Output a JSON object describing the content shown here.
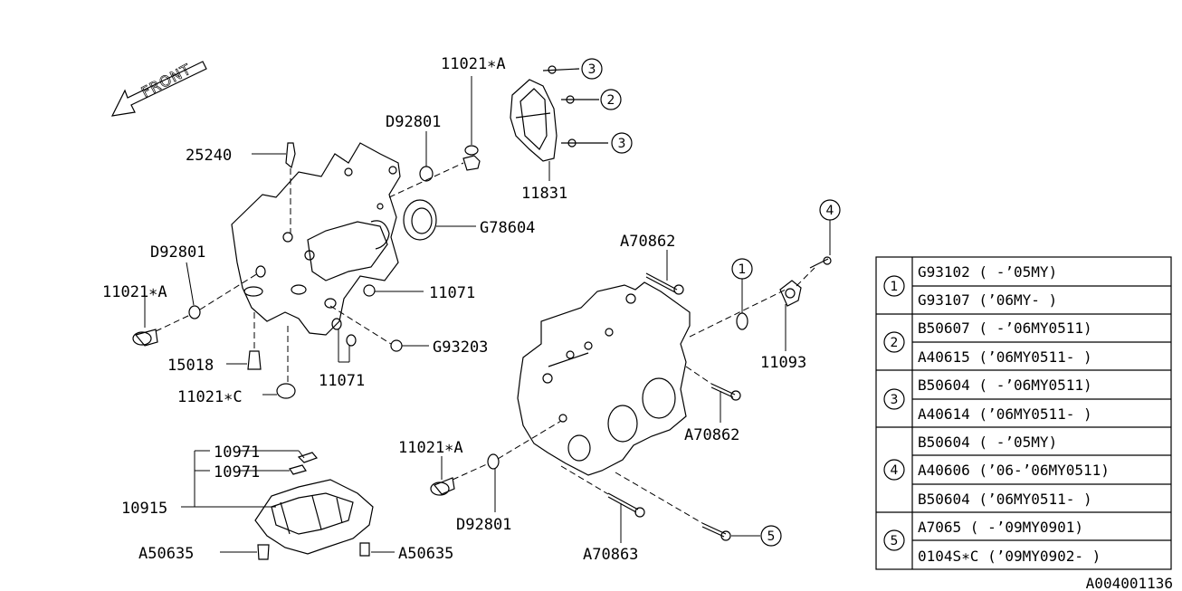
{
  "front_label": "FRONT",
  "labels": {
    "p11021_top": "11021∗A",
    "pD92801_top": "D92801",
    "p25240": "25240",
    "pG78604": "G78604",
    "pD92801_left": "D92801",
    "p11021_left": "11021∗A",
    "p11071_right": "11071",
    "pG93203": "G93203",
    "p15018": "15018",
    "p11071_bottom": "11071",
    "p11021_C": "11021∗C",
    "p11831": "11831",
    "pA70862_top": "A70862",
    "p11093": "11093",
    "pA70862_mid": "A70862",
    "p11021_lower": "11021∗A",
    "pD92801_lower": "D92801",
    "pA70863": "A70863",
    "p10971_a": "10971",
    "p10971_b": "10971",
    "p10915": "10915",
    "pA50635_left": "A50635",
    "pA50635_right": "A50635",
    "callout_1": "1",
    "callout_2": "2",
    "callout_3a": "3",
    "callout_3b": "3",
    "callout_4": "4",
    "callout_5": "5"
  },
  "legend_table": [
    {
      "ref": "1",
      "rows": [
        "G93102 ( -’05MY)",
        "G93107 (’06MY- )"
      ]
    },
    {
      "ref": "2",
      "rows": [
        "B50607 ( -’06MY0511)",
        "A40615 (’06MY0511- )"
      ]
    },
    {
      "ref": "3",
      "rows": [
        "B50604 ( -’06MY0511)",
        "A40614 (’06MY0511- )"
      ]
    },
    {
      "ref": "4",
      "rows": [
        "B50604 ( -’05MY)",
        "A40606 (’06-’06MY0511)",
        "B50604 (’06MY0511- )"
      ]
    },
    {
      "ref": "5",
      "rows": [
        "A7065   ( -’09MY0901)",
        "0104S∗C (’09MY0902- )"
      ]
    }
  ],
  "diagram_id": "A004001136"
}
